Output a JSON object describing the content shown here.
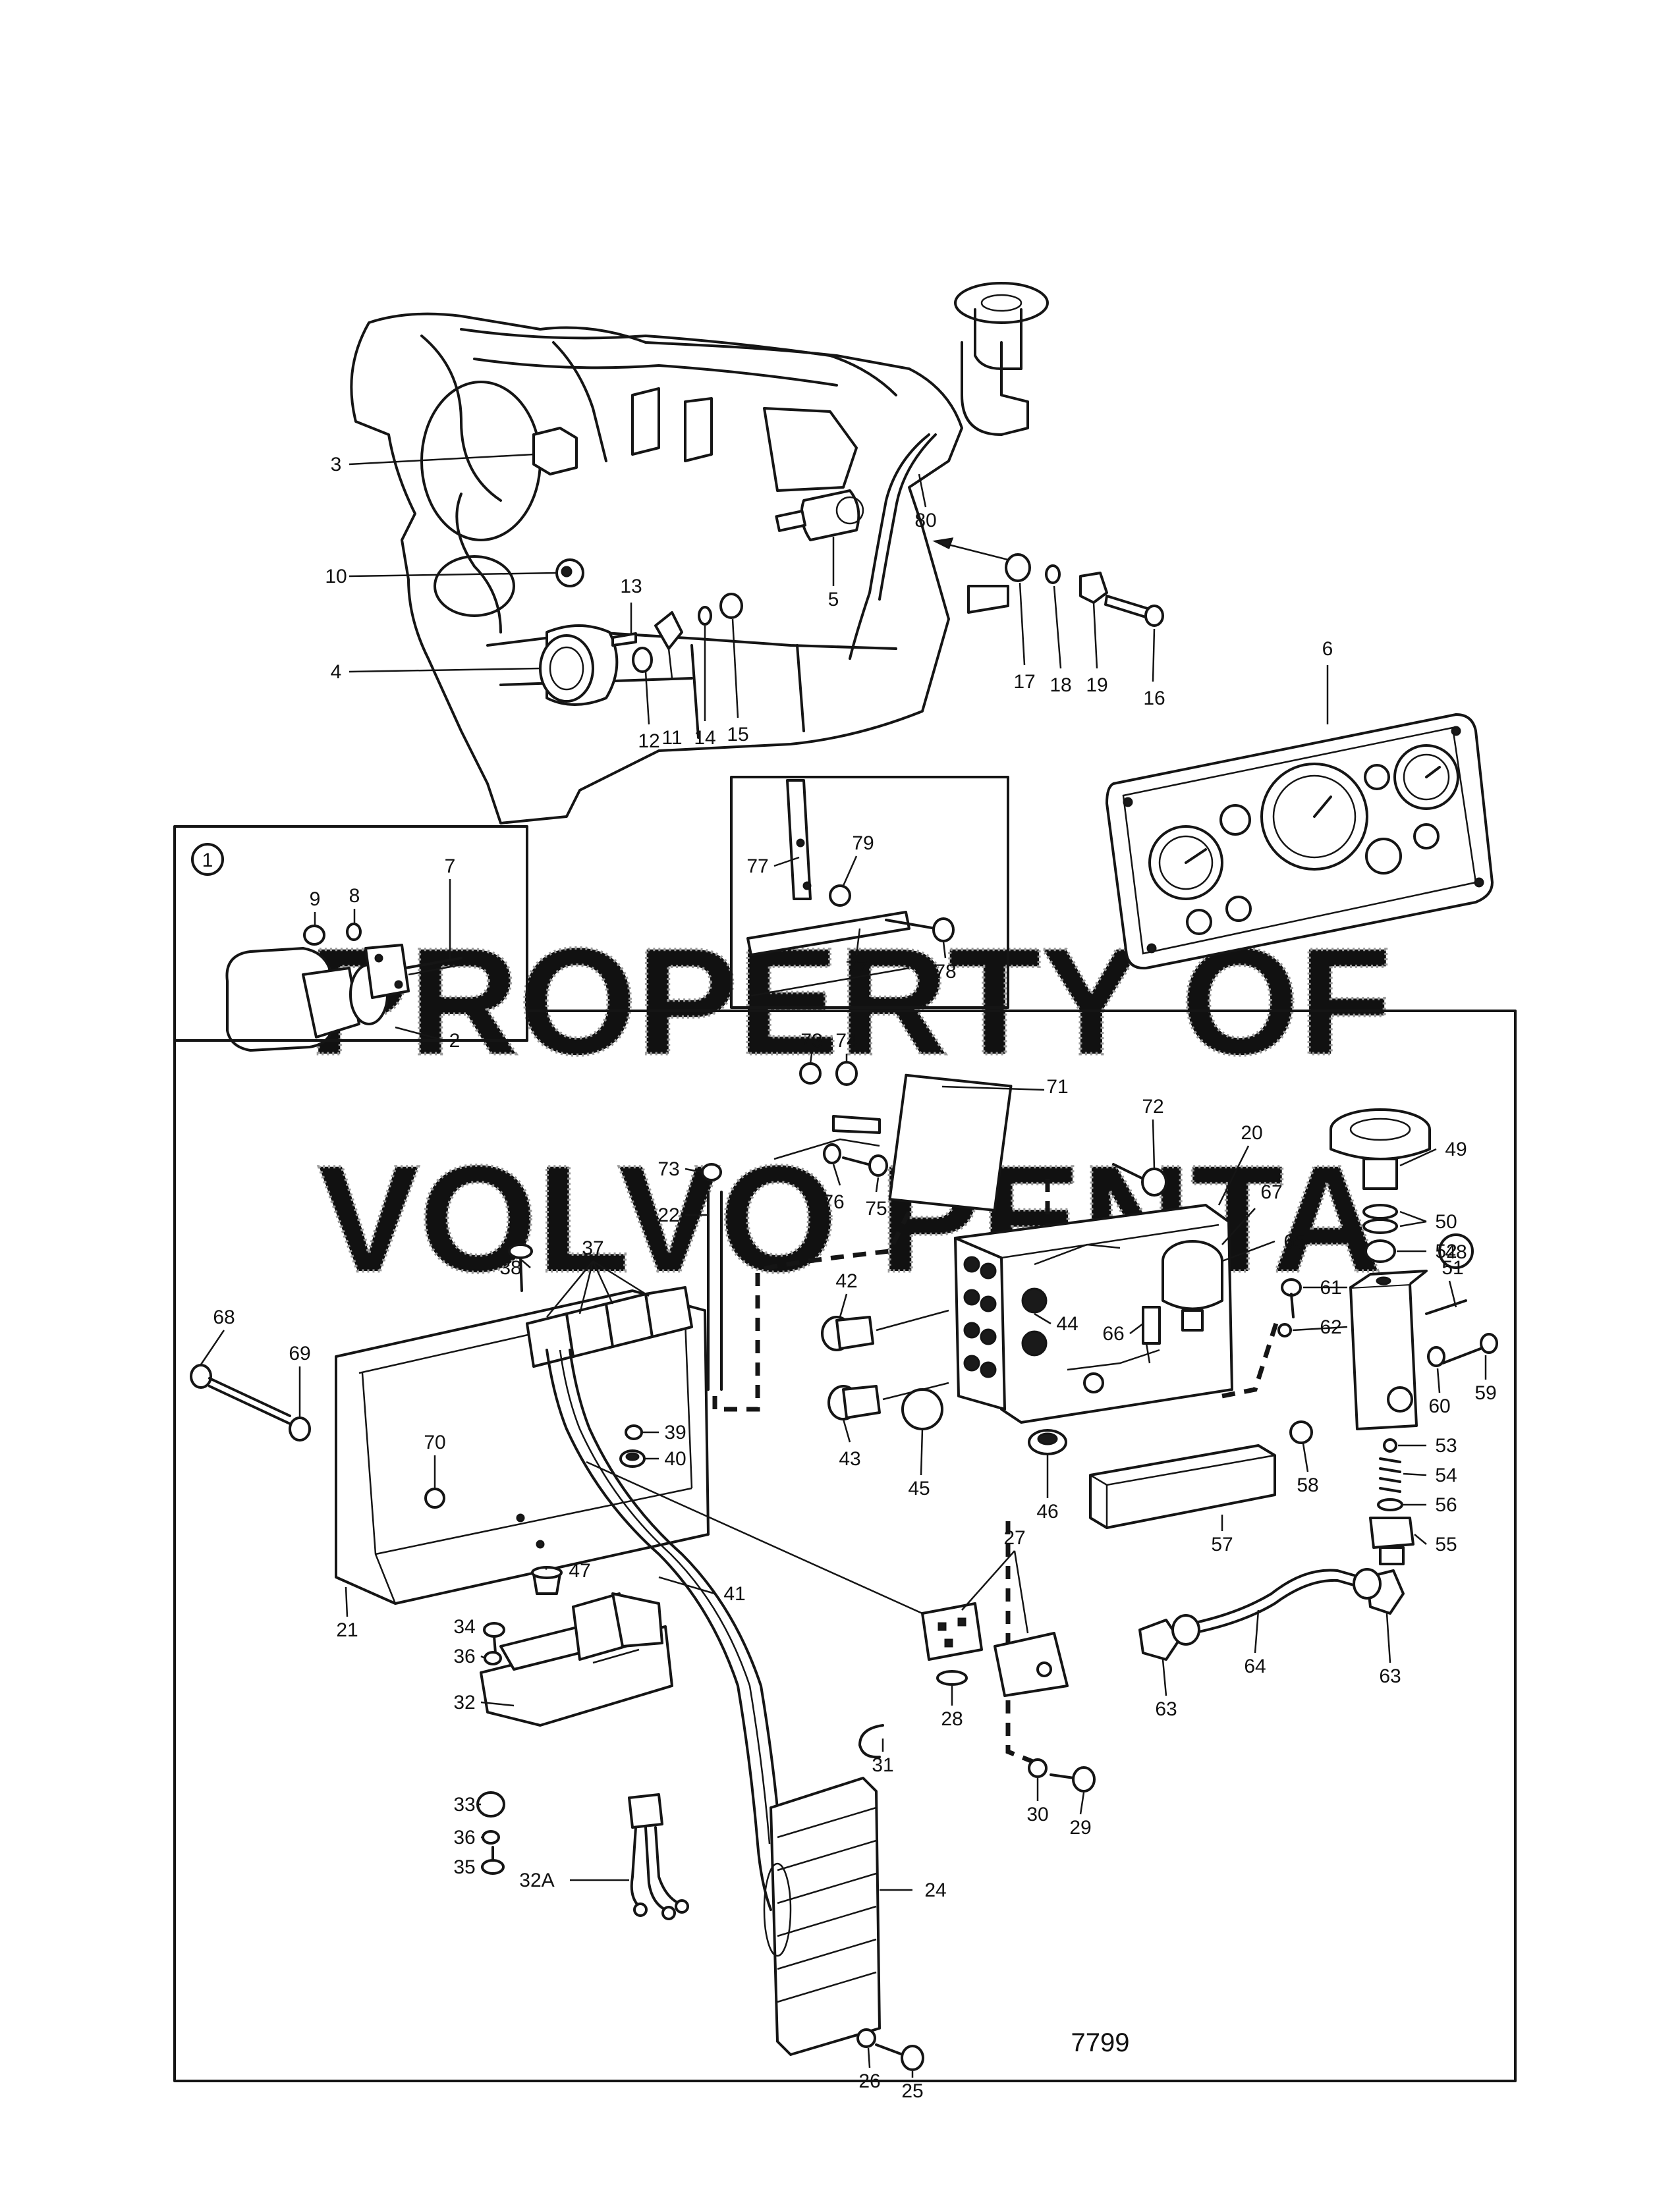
{
  "watermark": {
    "line1": "PROPERTY OF",
    "line2": "VOLVO PENTA"
  },
  "drawing_number": "7799",
  "inset_labels": {
    "detail_1": "1",
    "detail_48": "48"
  },
  "callouts": [
    "3",
    "10",
    "13",
    "4",
    "12",
    "11",
    "14",
    "15",
    "5",
    "80",
    "17",
    "18",
    "19",
    "16",
    "6",
    "9",
    "8",
    "7",
    "2",
    "77",
    "79",
    "77",
    "78",
    "73",
    "74",
    "71",
    "72",
    "20",
    "67",
    "65",
    "49",
    "50",
    "52",
    "51",
    "61",
    "62",
    "60",
    "59",
    "76",
    "75",
    "73",
    "22",
    "38",
    "37",
    "68",
    "69",
    "70",
    "39",
    "40",
    "42",
    "43",
    "44",
    "66",
    "45",
    "46",
    "57",
    "58",
    "53",
    "54",
    "56",
    "55",
    "64",
    "63",
    "63",
    "21",
    "47",
    "41",
    "34",
    "36",
    "32",
    "33",
    "36",
    "35",
    "32A",
    "27",
    "28",
    "31",
    "30",
    "29",
    "24",
    "26",
    "25"
  ]
}
